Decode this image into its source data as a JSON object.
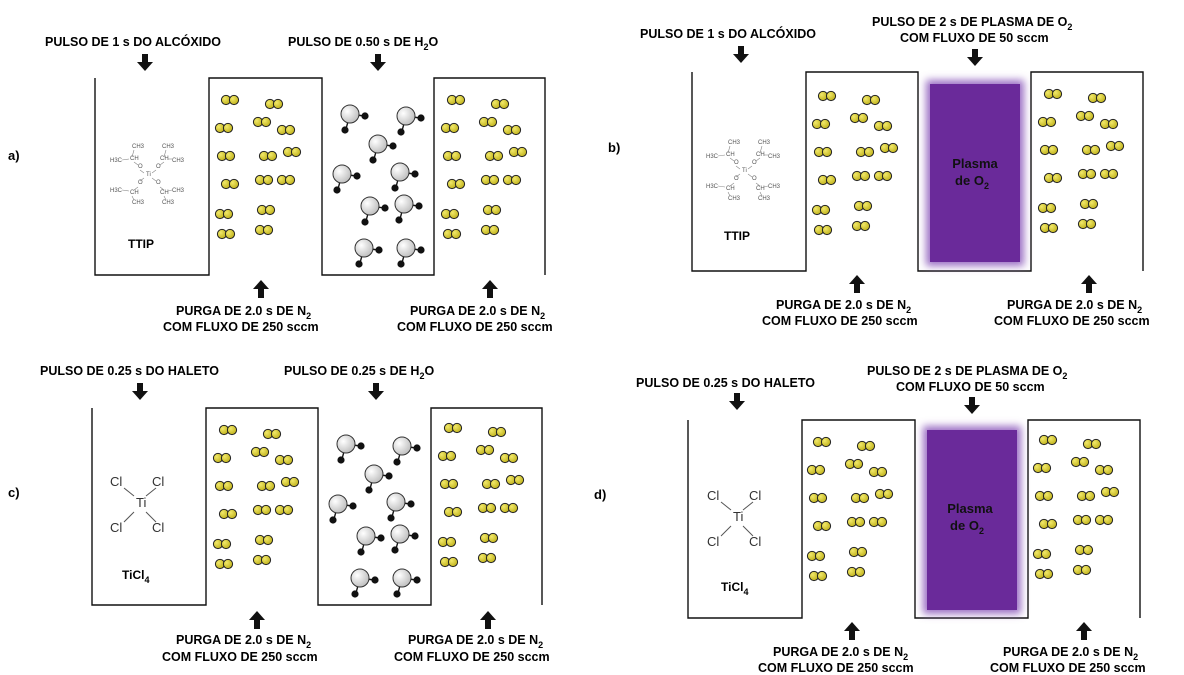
{
  "panels": {
    "a": {
      "label": "a)",
      "pulse1": "PULSO DE 1 s DO ALCÓXIDO",
      "pulse2_main": "PULSO DE 0.50 s DE H",
      "pulse2_sub": "2",
      "pulse2_tail": "O",
      "purge1_line1_main": "PURGA DE 2.0 s DE N",
      "purge1_line1_sub": "2",
      "purge1_line2": "COM FLUXO DE 250 sccm",
      "purge2_line1_main": "PURGA DE 2.0 s DE N",
      "purge2_line1_sub": "2",
      "purge2_line2": "COM FLUXO DE 250 sccm",
      "precursor": "TTIP"
    },
    "b": {
      "label": "b)",
      "pulse1": "PULSO DE 1 s DO ALCÓXIDO",
      "pulse2_line1_main": "PULSO DE 2 s DE PLASMA DE O",
      "pulse2_line1_sub": "2",
      "pulse2_line2": "COM FLUXO DE 50 sccm",
      "plasma_line1": "Plasma",
      "plasma_line2_main": "de O",
      "plasma_line2_sub": "2",
      "purge1_line1_main": "PURGA DE 2.0 s DE N",
      "purge1_line1_sub": "2",
      "purge1_line2": "COM FLUXO DE 250 sccm",
      "purge2_line1_main": "PURGA DE 2.0 s DE N",
      "purge2_line1_sub": "2",
      "purge2_line2": "COM FLUXO DE 250 sccm",
      "precursor": "TTIP"
    },
    "c": {
      "label": "c)",
      "pulse1": "PULSO DE 0.25 s DO HALETO",
      "pulse2_main": "PULSO DE 0.25 s DE H",
      "pulse2_sub": "2",
      "pulse2_tail": "O",
      "purge1_line1_main": "PURGA DE 2.0 s DE N",
      "purge1_line1_sub": "2",
      "purge1_line2": "COM FLUXO DE 250 sccm",
      "purge2_line1_main": "PURGA DE 2.0 s DE N",
      "purge2_line1_sub": "2",
      "purge2_line2": "COM FLUXO DE 250 sccm",
      "precursor_main": "TiCl",
      "precursor_sub": "4"
    },
    "d": {
      "label": "d)",
      "pulse1": "PULSO DE 0.25 s DO HALETO",
      "pulse2_line1_main": "PULSO DE 2 s DE PLASMA DE O",
      "pulse2_line1_sub": "2",
      "pulse2_line2": "COM FLUXO DE 50 sccm",
      "plasma_line1": "Plasma",
      "plasma_line2_main": "de O",
      "plasma_line2_sub": "2",
      "purge1_line1_main": "PURGA DE 2.0 s DE N",
      "purge1_line1_sub": "2",
      "purge1_line2": "COM FLUXO DE 250 sccm",
      "purge2_line1_main": "PURGA DE 2.0 s DE N",
      "purge2_line1_sub": "2",
      "purge2_line2": "COM FLUXO DE 250 sccm",
      "precursor_main": "TiCl",
      "precursor_sub": "4"
    }
  },
  "molecules": {
    "ticl4": {
      "center": "Ti",
      "ligand": "Cl"
    },
    "ttip": {
      "center": "Ti",
      "o": "O",
      "ch": "CH",
      "ch3": "CH",
      "h3c": "H",
      "c": "C",
      "sub3": "3"
    }
  },
  "colors": {
    "plasma": "#6a2a9a",
    "plasma_glow": "#9b6fc4",
    "molecule_yellow": "#d6c81f",
    "molecule_outline": "#222222",
    "water_o": "#ececec",
    "line": "#111111"
  }
}
